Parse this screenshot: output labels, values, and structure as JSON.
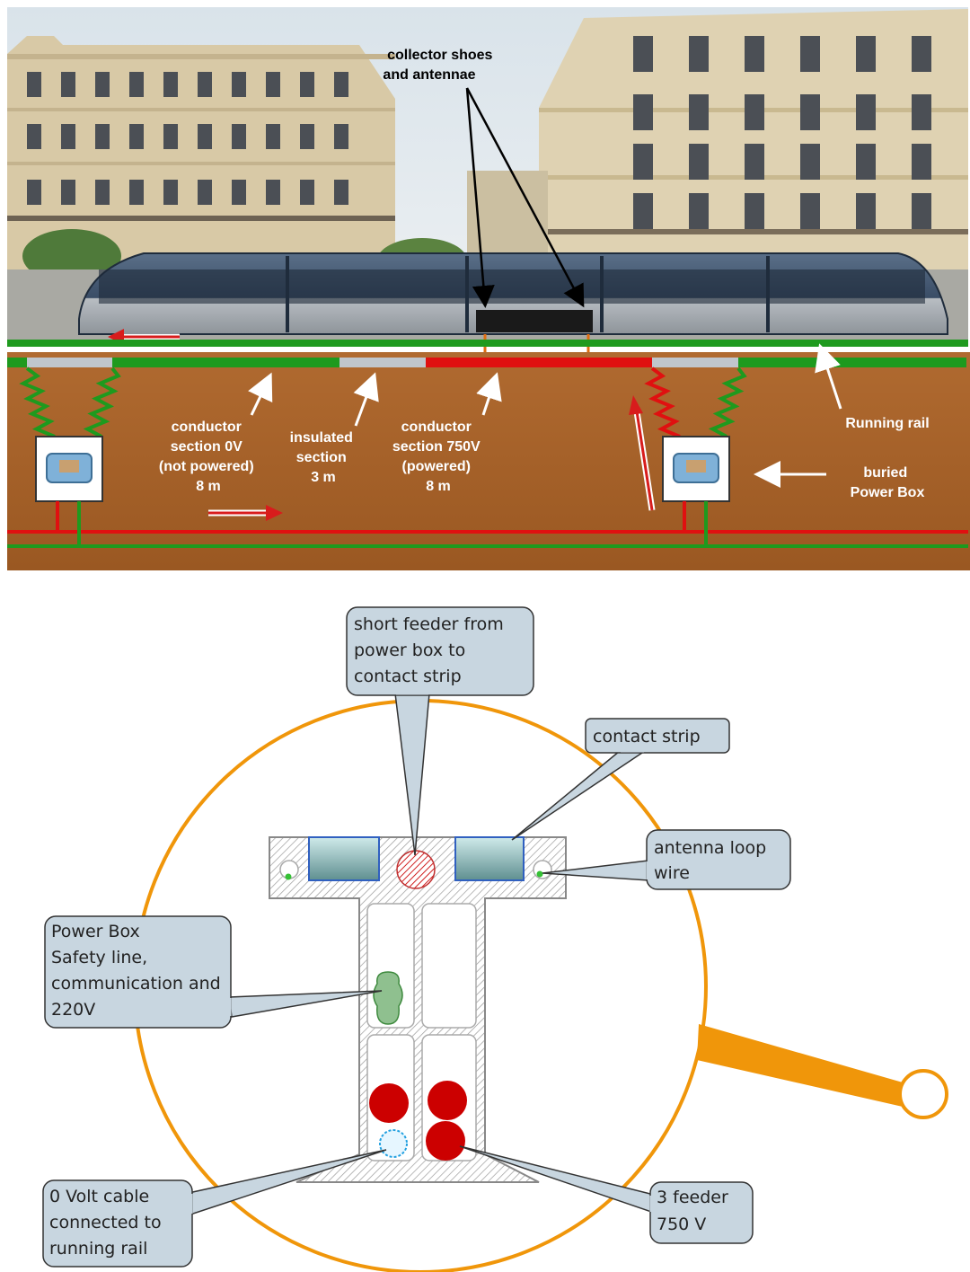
{
  "top_panel": {
    "collector_label": [
      "collector shoes",
      "and antennae"
    ],
    "conductor_0v": [
      "conductor",
      "section 0V",
      "(not powered)",
      "8 m"
    ],
    "insulated": [
      "insulated",
      "section",
      "3 m"
    ],
    "conductor_750v": [
      "conductor",
      "section 750V",
      "(powered)",
      "8 m"
    ],
    "running_rail": "Running rail",
    "power_box": [
      "buried",
      "Power Box"
    ]
  },
  "cross_section": {
    "short_feeder": [
      "short feeder from",
      "power box to",
      "contact strip"
    ],
    "contact_strip": "contact strip",
    "antenna": [
      "antenna loop",
      "wire"
    ],
    "power_box_line": [
      "Power Box",
      "Safety line,",
      "communication and",
      "220V"
    ],
    "zero_volt": [
      "0 Volt cable",
      "connected to",
      "running rail"
    ],
    "feeder": [
      "3 feeder",
      "750 V"
    ]
  },
  "colors": {
    "rail_green": "#1e9a1e",
    "powered_red": "#e01010",
    "insulated_grey": "#c0c6cc",
    "soil": "#a8622a",
    "callout_fill": "#c8d6e0",
    "magnifier": "#f0960a",
    "cable_red": "#cc0000",
    "cable_blue": "#22a0e0",
    "strip_teal": "#9ecfcf"
  }
}
